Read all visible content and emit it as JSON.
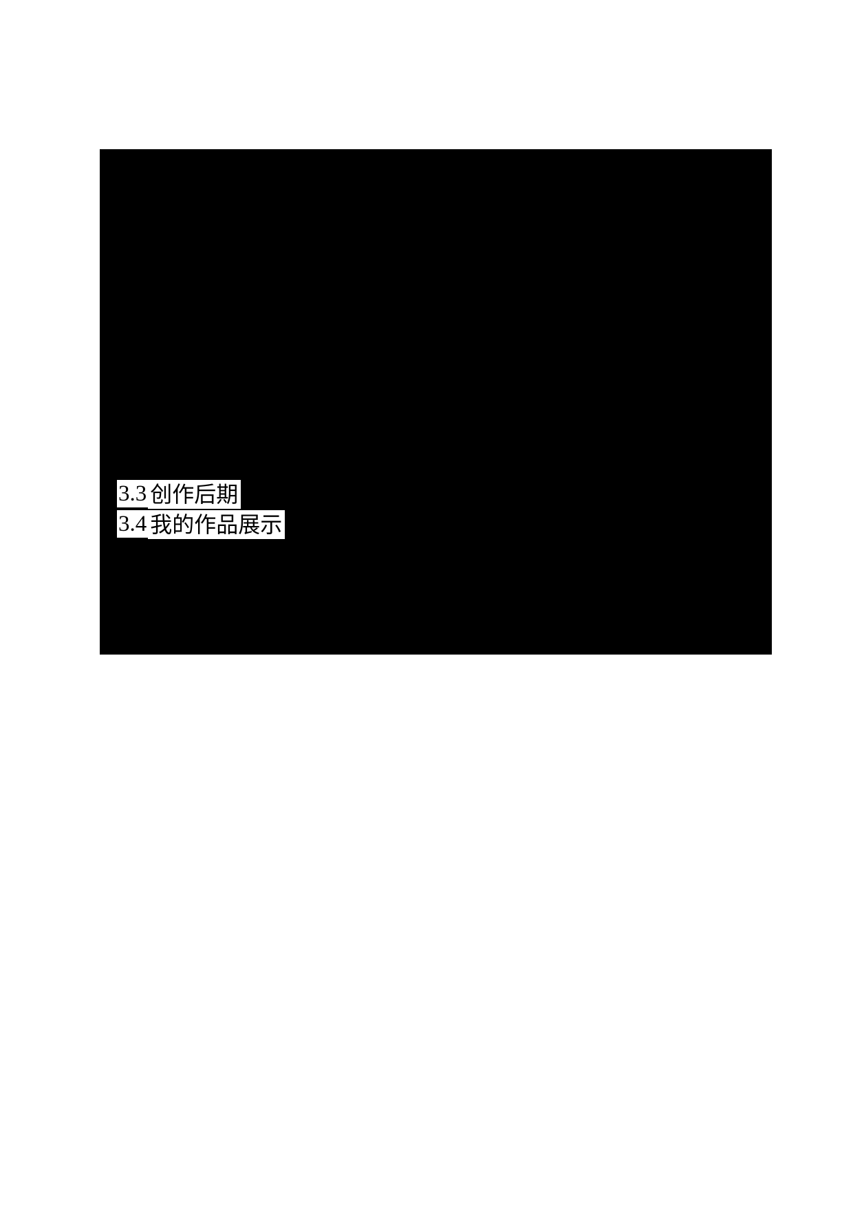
{
  "document": {
    "page_background": "#ffffff",
    "redaction_color": "#000000",
    "highlight_color": "#ffffff",
    "text_color": "#000000"
  },
  "content_block": {
    "name": "redacted-content-area"
  },
  "toc": {
    "entries": [
      {
        "number": "3.3",
        "label": "创作后期"
      },
      {
        "number": "3.4",
        "label": "我的作品展示"
      }
    ]
  }
}
